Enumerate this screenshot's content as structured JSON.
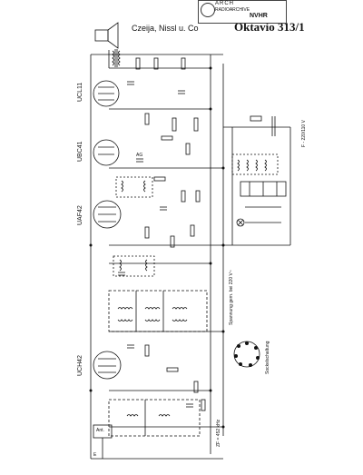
{
  "header": {
    "maker": "Czeija, Nissl u. Co",
    "model": "Oktavio 313/1"
  },
  "stamp": {
    "line1": "ARCH",
    "line2": "RADIOARCHIVE",
    "line3": "NVHR"
  },
  "tubes": {
    "t1": "UCL11",
    "t2": "UBC41",
    "t3": "UAF42",
    "t4": "UCH42"
  },
  "side_labels": {
    "right_vertical": "F - 220/110 V",
    "zf": "ZF = 452 kHz",
    "voltage_note": "Spannung gem. bei 220 V~",
    "tube_socket_note": "Sockelschaltung"
  },
  "small_labels": {
    "ag": "AG",
    "ant": "Ant.",
    "erde": "E"
  }
}
